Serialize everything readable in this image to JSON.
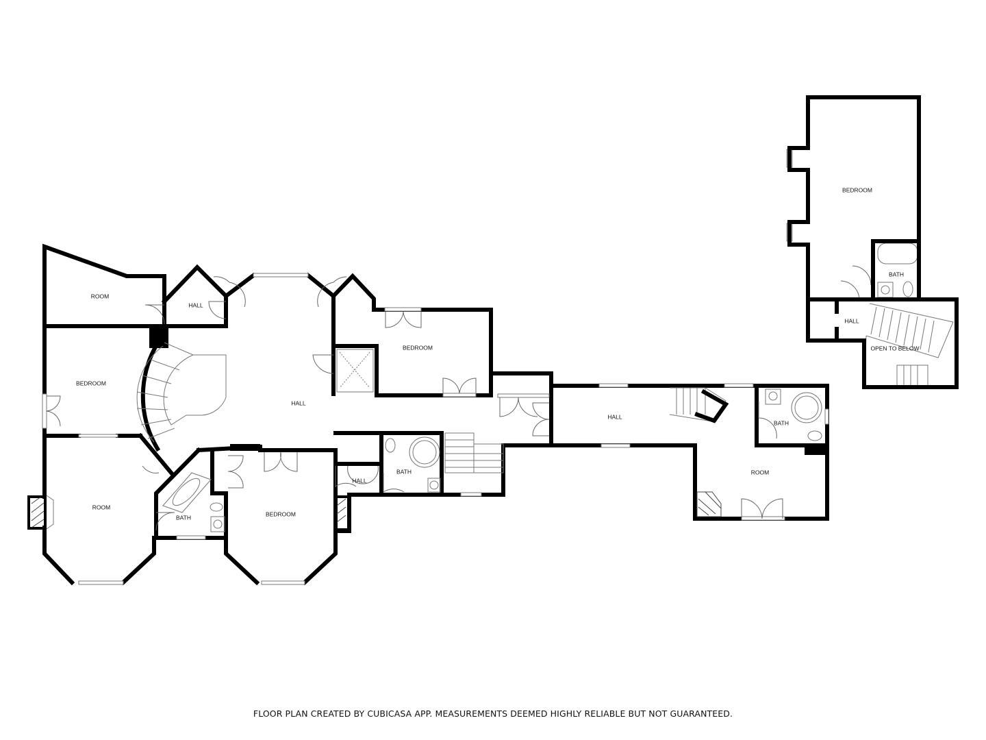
{
  "rooms": {
    "room_top_left": "ROOM",
    "hall_top_left": "HALL",
    "bedroom_left": "BEDROOM",
    "hall_center": "HALL",
    "bedroom_center_top": "BEDROOM",
    "room_bottom_left": "ROOM",
    "bath_bottom_left": "BATH",
    "bedroom_bottom_center": "BEDROOM",
    "hall_small": "HALL",
    "bath_center": "BATH",
    "hall_right": "HALL",
    "bath_right": "BATH",
    "room_right": "ROOM",
    "bedroom_upper": "BEDROOM",
    "bath_upper": "BATH",
    "hall_upper": "HALL",
    "open_to_below": "OPEN TO BELOW"
  },
  "footer": {
    "disclaimer": "FLOOR PLAN CREATED BY CUBICASA APP. MEASUREMENTS DEEMED HIGHLY RELIABLE BUT NOT GUARANTEED."
  },
  "colors": {
    "wall": "#000000",
    "background": "#ffffff",
    "fixture": "#777777"
  }
}
